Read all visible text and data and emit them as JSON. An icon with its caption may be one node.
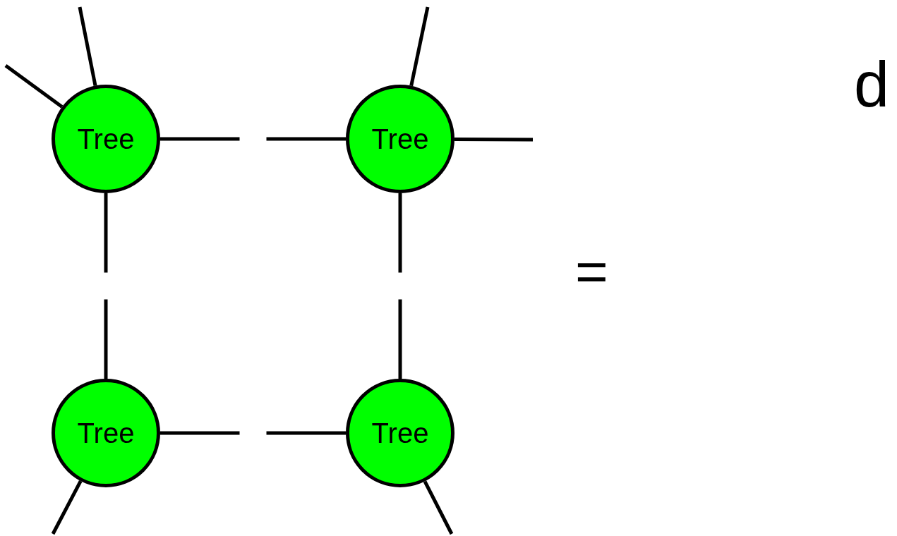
{
  "diagram": {
    "nodes": [
      {
        "text": [
          "Tree"
        ]
      },
      {
        "text": [
          "Tree"
        ]
      },
      {
        "text": [
          "Tree"
        ]
      },
      {
        "text": [
          "Tree"
        ]
      }
    ],
    "edges": [
      {
        "from": 0,
        "to": null,
        "arrow": "none"
      },
      {
        "from": 0,
        "to": null,
        "arrow": "none"
      },
      {
        "from": 0,
        "to": 1,
        "arrow": "none",
        "style": "dashed"
      },
      {
        "from": 1,
        "to": null,
        "arrow": "none"
      },
      {
        "from": 1,
        "to": null,
        "arrow": "none"
      },
      {
        "from": 0,
        "to": 2,
        "arrow": "none",
        "style": "dashed"
      },
      {
        "from": 1,
        "to": 3,
        "arrow": "none",
        "style": "dashed"
      },
      {
        "from": 2,
        "to": 3,
        "arrow": "none",
        "style": "dashed"
      },
      {
        "from": 2,
        "to": null,
        "arrow": "none"
      },
      {
        "from": 3,
        "to": null,
        "arrow": "none"
      }
    ],
    "labels": [
      "=",
      "d"
    ]
  }
}
